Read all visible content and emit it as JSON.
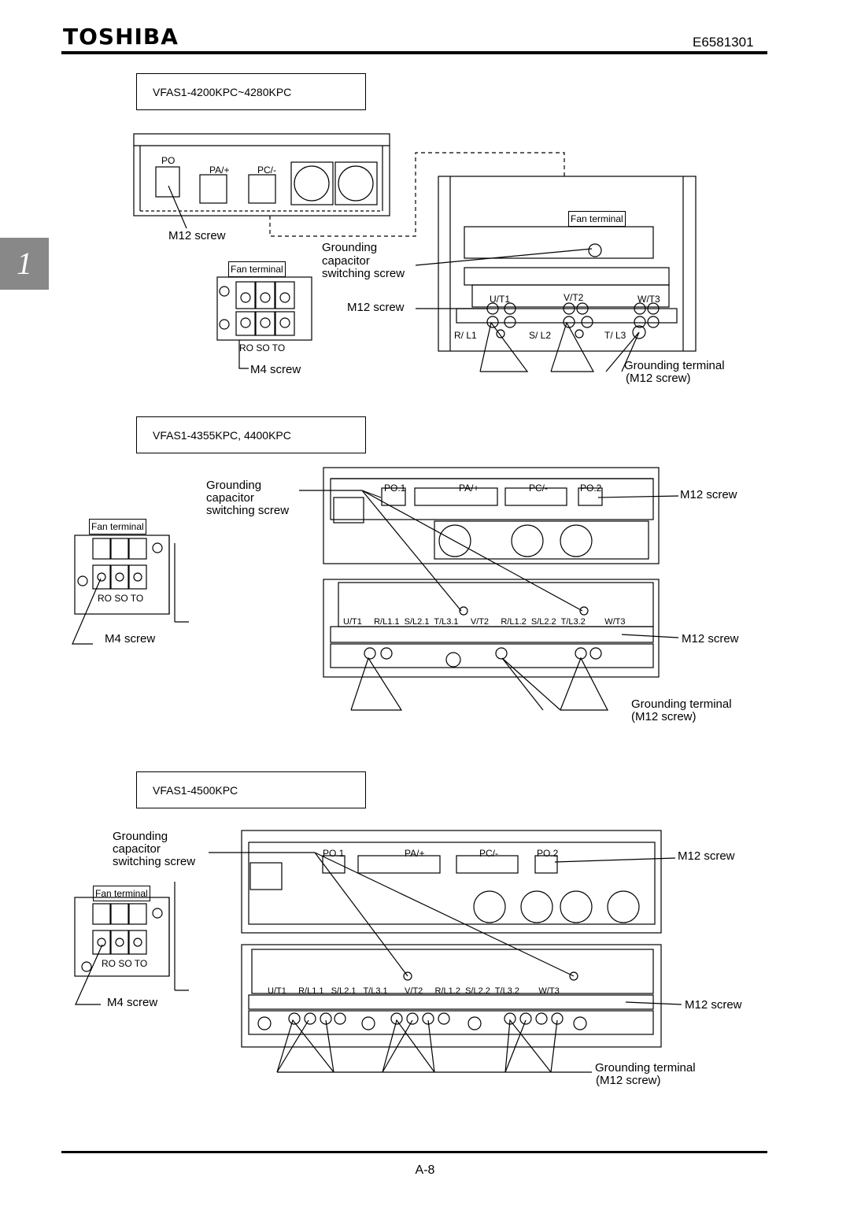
{
  "header": {
    "brand": "TOSHIBA",
    "doc_number": "E6581301",
    "chapter": "1"
  },
  "footer": {
    "page": "A-8"
  },
  "sections": [
    {
      "model": "VFAS1-4200KPC~4280KPC",
      "labels": {
        "m12_screw_left": "M12 screw",
        "fan_terminal_inset": "Fan terminal",
        "ro_so_to": "RO  SO  TO",
        "m4_screw": "M4 screw",
        "grounding_cap_1": "Grounding",
        "grounding_cap_2": "capacitor",
        "grounding_cap_3": "switching screw",
        "m12_screw_mid": "M12 screw",
        "grounding_terminal": "Grounding terminal",
        "grounding_terminal_screw": "(M12 screw)",
        "fan_terminal_main": "Fan terminal",
        "po": "PO",
        "pa": "PA/+",
        "pc": "PC/-",
        "ut1": "U/T1",
        "vt2": "V/T2",
        "wt3": "W/T3",
        "rl1": "R/ L1",
        "sl2": "S/ L2",
        "tl3": "T/ L3"
      }
    },
    {
      "model": "VFAS1-4355KPC, 4400KPC",
      "labels": {
        "grounding_cap_1": "Grounding",
        "grounding_cap_2": "capacitor",
        "grounding_cap_3": "switching screw",
        "fan_terminal": "Fan terminal",
        "ro_so_to": "RO  SO  TO",
        "m4_screw": "M4 screw",
        "m12_screw_top": "M12 screw",
        "m12_screw_bottom": "M12 screw",
        "grounding_terminal": "Grounding terminal",
        "grounding_terminal_screw": "(M12 screw)",
        "po1": "PO.1",
        "pa": "PA/+",
        "pc": "PC/-",
        "po2": "PO.2",
        "bottom_terms": "U/T1     R/L1.1  S/L2.1  T/L3.1     V/T2     R/L1.2  S/L2.2  T/L3.2        W/T3"
      }
    },
    {
      "model": "VFAS1-4500KPC",
      "labels": {
        "grounding_cap_1": "Grounding",
        "grounding_cap_2": "capacitor",
        "grounding_cap_3": "switching screw",
        "fan_terminal": "Fan terminal",
        "ro_so_to": "RO  SO  TO",
        "m4_screw": "M4 screw",
        "m12_screw_top": "M12 screw",
        "m12_screw_bottom": "M12 screw",
        "grounding_terminal": "Grounding terminal",
        "grounding_terminal_screw": "(M12 screw)",
        "po1": "PO.1",
        "pa": "PA/+",
        "pc": "PC/-",
        "po2": "PO.2",
        "bottom_terms": "U/T1     R/L1.1   S/L2.1   T/L3.1       V/T2     R/L1.2  S/L2.2  T/L3.2        W/T3"
      }
    }
  ]
}
